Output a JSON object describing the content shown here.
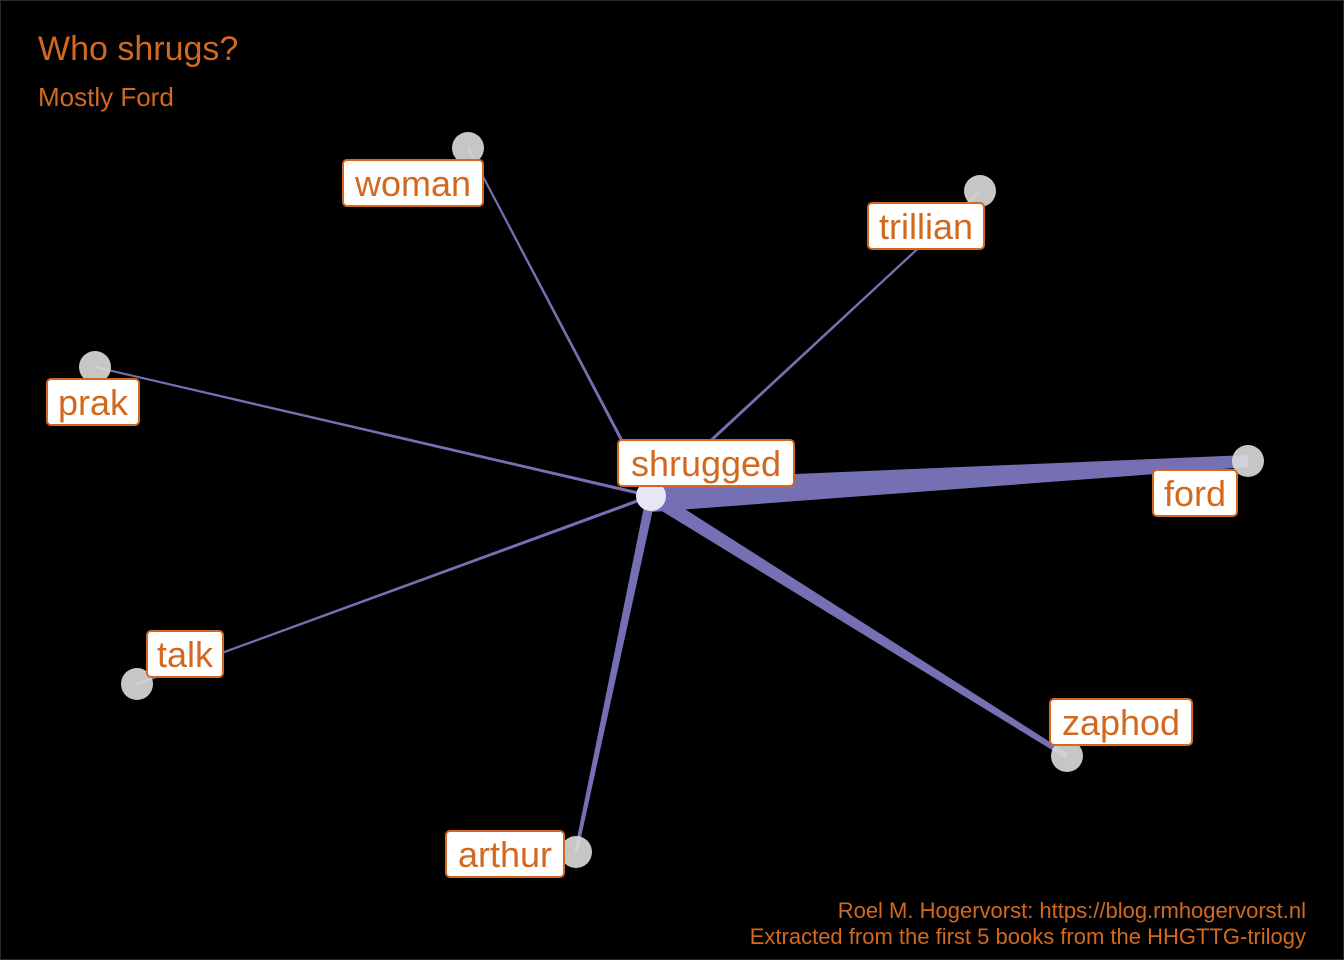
{
  "title": "Who shrugs?",
  "subtitle": "Mostly Ford",
  "caption": {
    "line1": "Roel M. Hogervorst: https://blog.rmhogervorst.nl",
    "line2": "Extracted from the first 5 books from the HHGTTG-trilogy"
  },
  "colors": {
    "background": "#000000",
    "text": "#d2691e",
    "edge": "#7570b3",
    "node": "#dcdcdc"
  },
  "graph": {
    "center": "shrugged",
    "nodes": [
      "shrugged",
      "ford",
      "zaphod",
      "arthur",
      "talk",
      "prak",
      "woman",
      "trillian"
    ],
    "edges": [
      {
        "from": "shrugged",
        "to": "ford",
        "weight": 20
      },
      {
        "from": "shrugged",
        "to": "zaphod",
        "weight": 9
      },
      {
        "from": "shrugged",
        "to": "arthur",
        "weight": 6
      },
      {
        "from": "shrugged",
        "to": "talk",
        "weight": 2
      },
      {
        "from": "shrugged",
        "to": "prak",
        "weight": 2
      },
      {
        "from": "shrugged",
        "to": "woman",
        "weight": 2
      },
      {
        "from": "shrugged",
        "to": "trillian",
        "weight": 2
      }
    ]
  }
}
